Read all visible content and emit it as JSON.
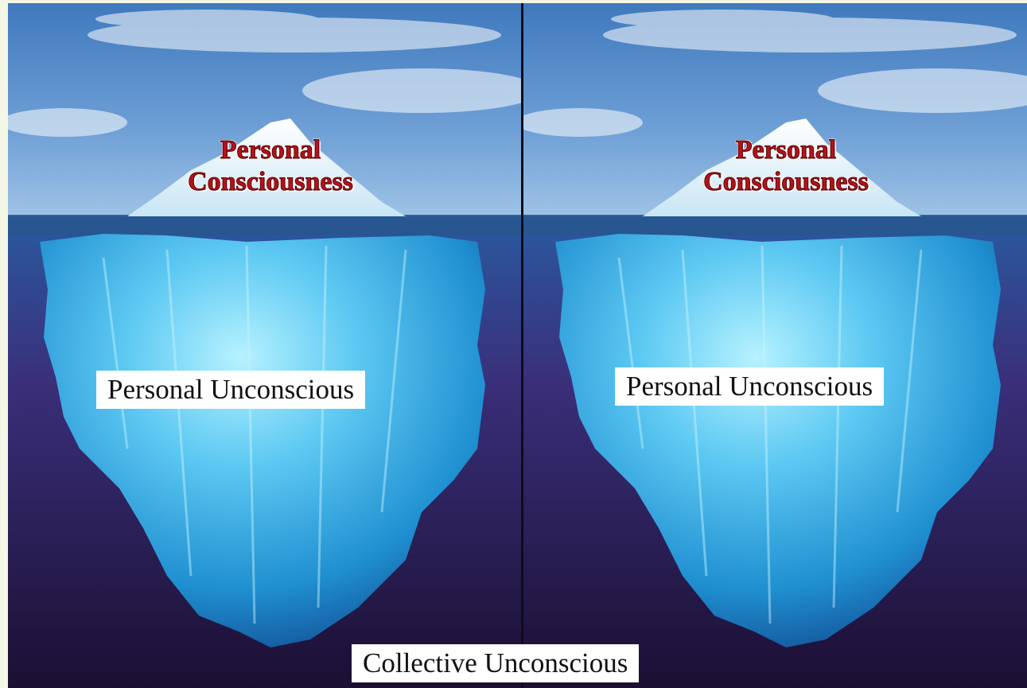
{
  "labels": {
    "consciousness_line1": "Personal",
    "consciousness_line2": "Consciousness",
    "personal_unconscious": "Personal Unconscious",
    "collective_unconscious": "Collective Unconscious"
  },
  "colors": {
    "sky_top": "#3f79bd",
    "sky_bottom": "#9fc3e6",
    "water_top": "#2a5aa0",
    "water_deep": "#1b0f33",
    "ice_bright": "#8fe4ff",
    "ice_mid": "#2aa6e0",
    "label_red": "#b5121b",
    "page_bg": "#f4f6e6"
  },
  "icons": {
    "iceberg": "iceberg-illustration"
  }
}
